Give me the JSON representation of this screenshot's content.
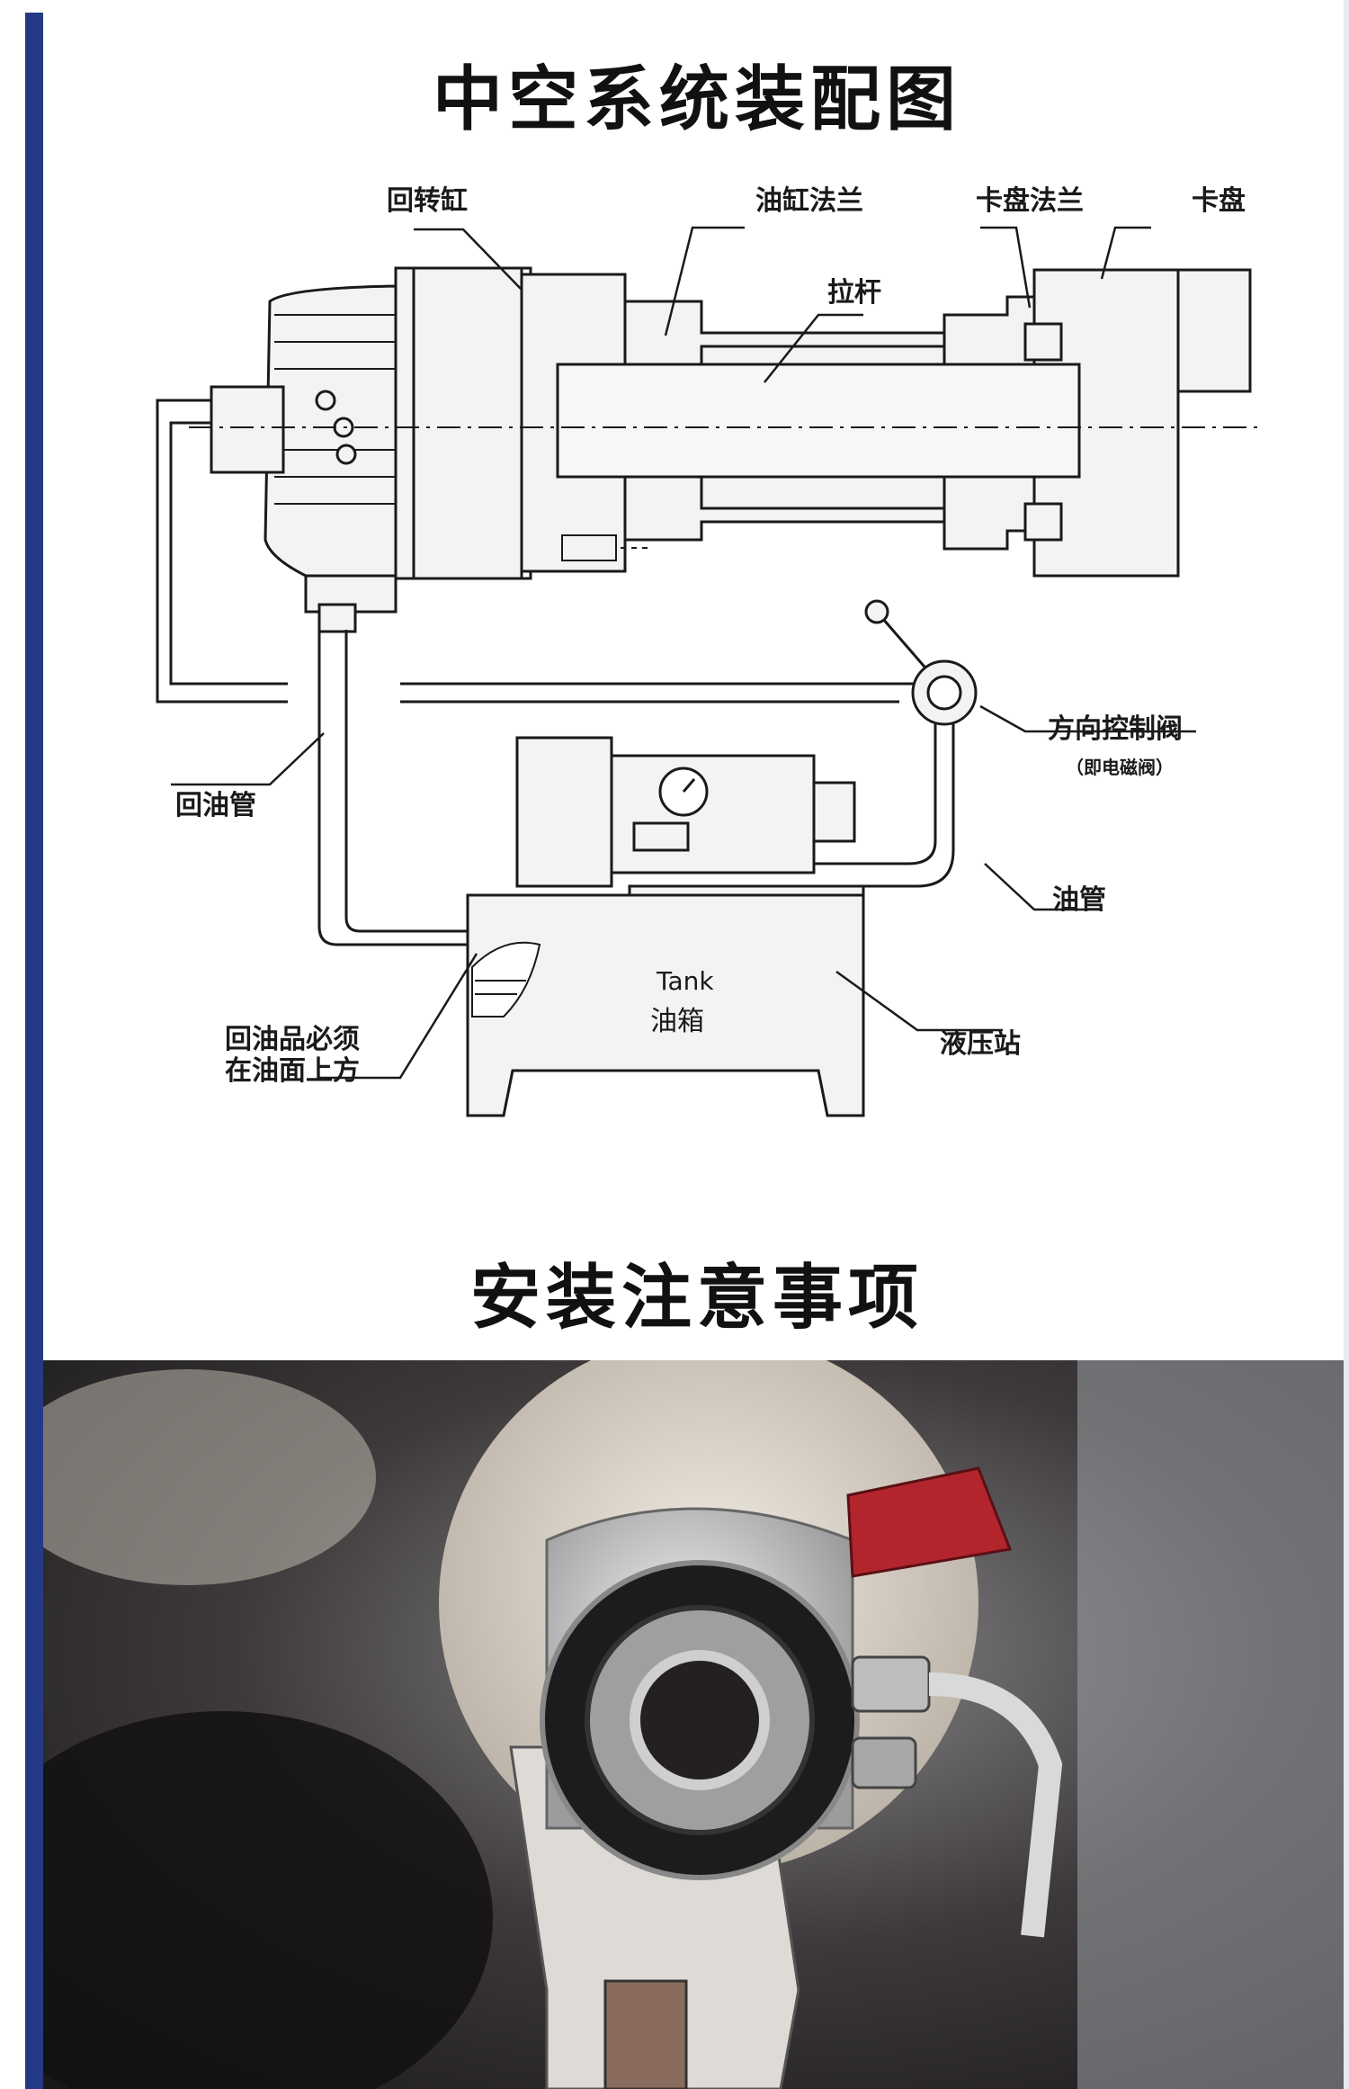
{
  "headings": {
    "assembly_title": "中空系统装配图",
    "notes_title": "安装注意事项"
  },
  "diagram_labels": {
    "rotary_cylinder": "回转缸",
    "cylinder_flange": "油缸法兰",
    "chuck_flange": "卡盘法兰",
    "chuck": "卡盘",
    "pull_rod": "拉杆",
    "direction_valve": "方向控制阀",
    "direction_valve_note": "（即电磁阀）",
    "return_pipe": "回油管",
    "oil_pipe": "油管",
    "tank_en": "Tank",
    "tank_cn": "油箱",
    "hydraulic_station": "液压站",
    "return_note_line1": "回油品必须",
    "return_note_line2": "在油面上方"
  },
  "colors": {
    "accent_bar": "#243a86",
    "line": "#1a1a1a",
    "part_fill": "#f3f3f3",
    "valve_red": "#b3252c"
  }
}
